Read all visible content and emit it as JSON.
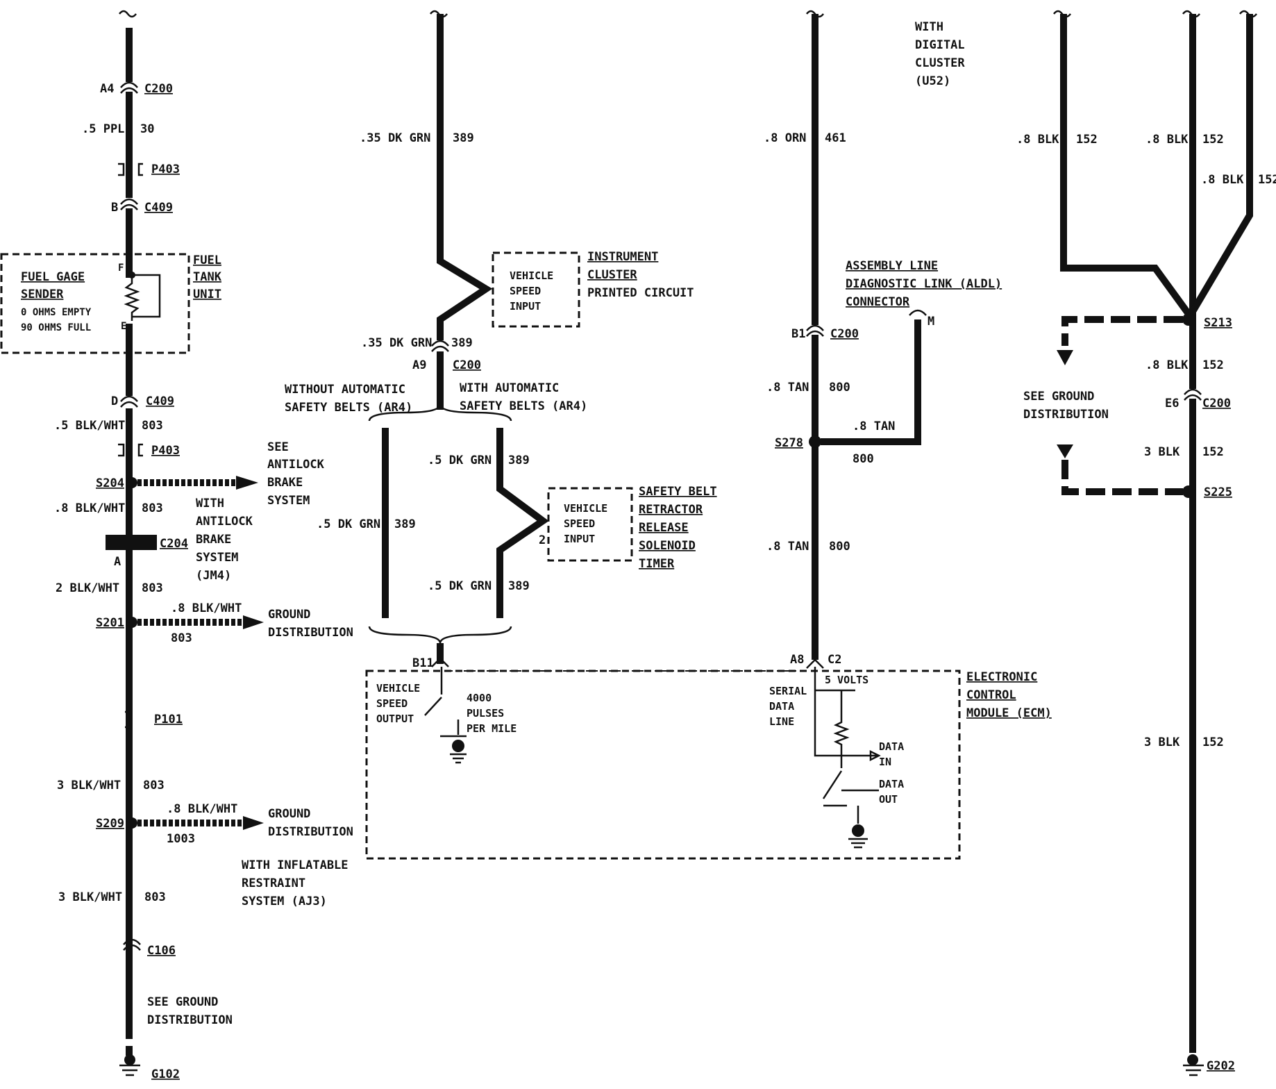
{
  "connectors": {
    "c200": "C200",
    "p403": "P403",
    "c409": "C409",
    "c204": "C204",
    "s204": "S204",
    "s201": "S201",
    "p101": "P101",
    "s209": "S209",
    "c106": "C106",
    "g102": "G102",
    "s278": "S278",
    "c2": "C2",
    "s213": "S213",
    "s225": "S225",
    "g202": "G202",
    "b11": "B11"
  },
  "pins": {
    "a4": "A4",
    "b": "B",
    "f": "F",
    "e": "E",
    "d": "D",
    "a": "A",
    "a9": "A9",
    "b1": "B1",
    "a8": "A8",
    "e6": "E6",
    "m": "M",
    "two": "2"
  },
  "wires": {
    "ppl_05": ".5 PPL",
    "c30": "30",
    "blkwht_05": ".5 BLK/WHT",
    "c803": "803",
    "blkwht_08": ".8 BLK/WHT",
    "blkwht_2": "2 BLK/WHT",
    "blkwht_3": "3 BLK/WHT",
    "c1003": "1003",
    "dkgrn_035": ".35 DK GRN",
    "dkgrn_05": ".5 DK GRN",
    "c389": "389",
    "orn_08": ".8 ORN",
    "c461": "461",
    "tan_08": ".8 TAN",
    "c800": "800",
    "blk_08": ".8 BLK",
    "blk_3": "3 BLK",
    "c152": "152"
  },
  "labels": {
    "fuel_gage_1": "FUEL GAGE",
    "fuel_gage_2": "SENDER",
    "ohms_empty": "0 OHMS EMPTY",
    "ohms_full": "90 OHMS FULL",
    "tank_1": "FUEL",
    "tank_2": "TANK",
    "tank_3": "UNIT",
    "see_abs_1": "SEE",
    "see_abs_2": "ANTILOCK",
    "see_abs_3": "BRAKE",
    "see_abs_4": "SYSTEM",
    "with_abs_1": "WITH",
    "with_abs_2": "ANTILOCK",
    "with_abs_3": "BRAKE",
    "with_abs_4": "SYSTEM",
    "with_abs_5": "(JM4)",
    "ground_dist_1": "GROUND",
    "ground_dist_2": "DISTRIBUTION",
    "inflatable_1": "WITH INFLATABLE",
    "inflatable_2": "RESTRAINT",
    "inflatable_3": "SYSTEM (AJ3)",
    "see_ground_1": "SEE GROUND",
    "see_ground_2": "DISTRIBUTION",
    "vsi_1": "VEHICLE",
    "vsi_2": "SPEED",
    "vsi_3": "INPUT",
    "ic_1": "INSTRUMENT",
    "ic_2": "CLUSTER",
    "ic_3": "PRINTED CIRCUIT",
    "without_ab_1": "WITHOUT AUTOMATIC",
    "without_ab_2": "SAFETY BELTS (AR4)",
    "with_ab_1": "WITH AUTOMATIC",
    "with_ab_2": "SAFETY BELTS (AR4)",
    "sb_1": "SAFETY BELT",
    "sb_2": "RETRACTOR",
    "sb_3": "RELEASE",
    "sb_4": "SOLENOID",
    "sb_5": "TIMER",
    "vso_1": "VEHICLE",
    "vso_2": "SPEED",
    "vso_3": "OUTPUT",
    "pulses_1": "4000",
    "pulses_2": "PULSES",
    "pulses_3": "PER MILE",
    "digital_1": "WITH",
    "digital_2": "DIGITAL",
    "digital_3": "CLUSTER",
    "digital_4": "(U52)",
    "aldl_1": "ASSEMBLY LINE",
    "aldl_2": "DIAGNOSTIC LINK (ALDL)",
    "aldl_3": "CONNECTOR",
    "serial_1": "SERIAL",
    "serial_2": "DATA",
    "serial_3": "LINE",
    "five_volts": "5 VOLTS",
    "data_in_1": "DATA",
    "data_in_2": "IN",
    "data_out_1": "DATA",
    "data_out_2": "OUT",
    "ecm_1": "ELECTRONIC",
    "ecm_2": "CONTROL",
    "ecm_3": "MODULE (ECM)",
    "see_ground_r1": "SEE GROUND",
    "see_ground_r2": "DISTRIBUTION"
  }
}
